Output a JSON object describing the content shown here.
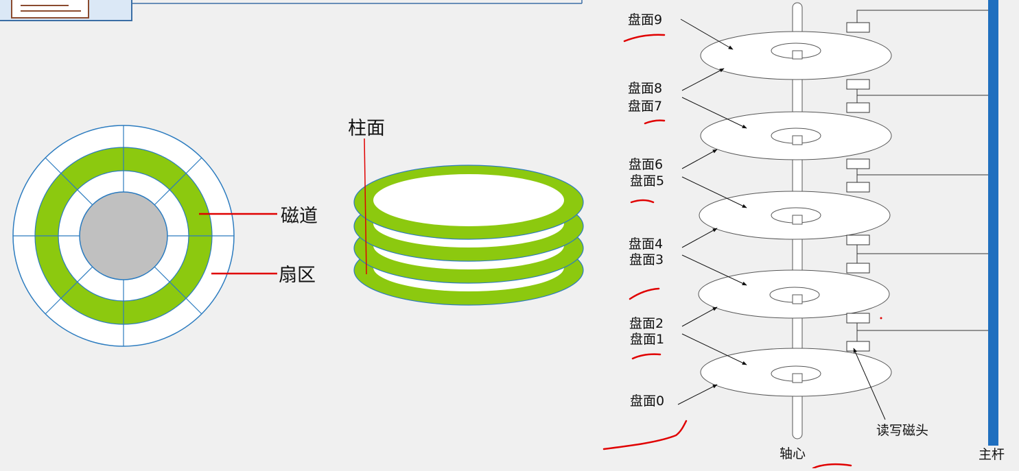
{
  "labels": {
    "track": "磁道",
    "sector": "扇区",
    "cylinder": "柱面",
    "spindle": "轴心",
    "rod": "主杆",
    "head": "读写磁头",
    "surfaces": [
      "盘面0",
      "盘面1",
      "盘面2",
      "盘面3",
      "盘面4",
      "盘面5",
      "盘面6",
      "盘面7",
      "盘面8",
      "盘面9"
    ]
  },
  "colors": {
    "background": "#f0f0f0",
    "track_green": "#8cc90f",
    "disk_outline": "#2b7bbf",
    "hub_gray": "#c0c0c0",
    "rod_blue": "#1f6fbf",
    "annotation_red": "#e00000"
  }
}
